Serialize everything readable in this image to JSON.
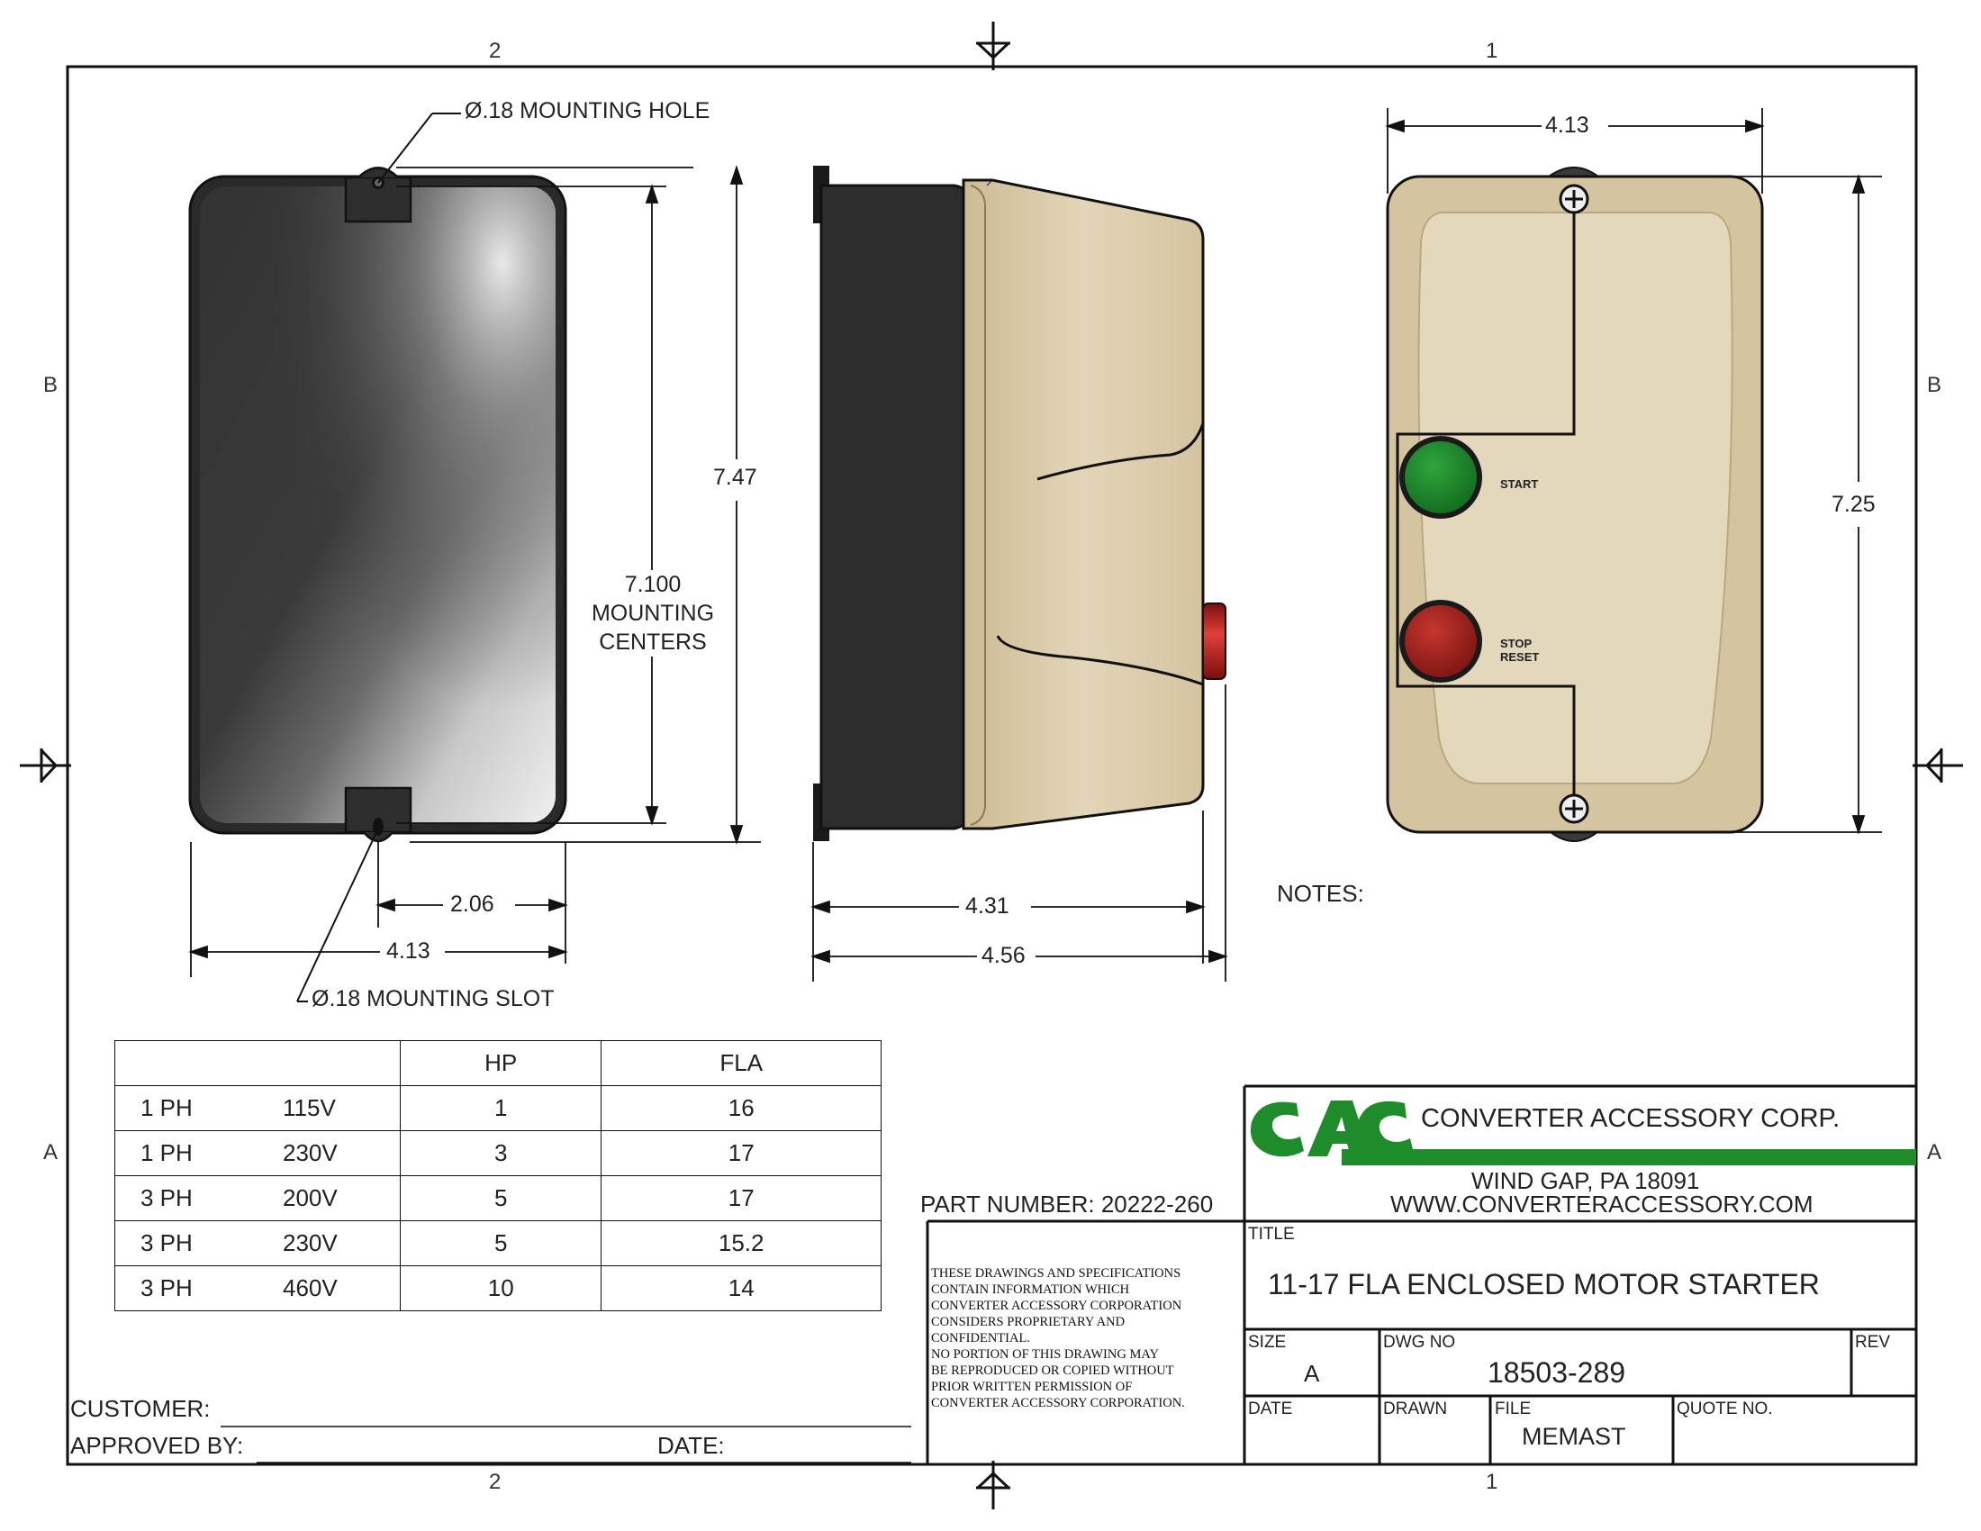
{
  "zones": {
    "top": [
      "2",
      "1"
    ],
    "bottom": [
      "2",
      "1"
    ],
    "left": [
      "B",
      "A"
    ],
    "right": [
      "B",
      "A"
    ]
  },
  "front_view": {
    "mounting_hole": "Ø.18 MOUNTING HOLE",
    "mounting_slot": "Ø.18 MOUNTING SLOT",
    "mounting_centers": [
      "7.100",
      "MOUNTING",
      "CENTERS"
    ],
    "height": "7.47",
    "half_width": "2.06",
    "width": "4.13"
  },
  "side_view": {
    "depth_body": "4.31",
    "depth_overall": "4.56"
  },
  "cover_view": {
    "width": "4.13",
    "height": "7.25",
    "start_label": "START",
    "stop_label": [
      "STOP",
      "RESET"
    ],
    "start_color": "#1f8a2e",
    "stop_color": "#a8201c",
    "body_color": "#d9c9a6"
  },
  "notes_label": "NOTES:",
  "spec_table": {
    "headers": [
      "",
      "HP",
      "FLA"
    ],
    "rows": [
      {
        "phase": "1 PH",
        "voltage": "115V",
        "hp": "1",
        "fla": "16"
      },
      {
        "phase": "1 PH",
        "voltage": "230V",
        "hp": "3",
        "fla": "17"
      },
      {
        "phase": "3 PH",
        "voltage": "200V",
        "hp": "5",
        "fla": "17"
      },
      {
        "phase": "3 PH",
        "voltage": "230V",
        "hp": "5",
        "fla": "15.2"
      },
      {
        "phase": "3 PH",
        "voltage": "460V",
        "hp": "10",
        "fla": "14"
      }
    ]
  },
  "part_number": "PART NUMBER: 20222-260",
  "customer_label": "CUSTOMER:",
  "approved_label": "APPROVED BY:",
  "date_label": "DATE:",
  "legal": [
    "THESE DRAWINGS AND SPECIFICATIONS",
    "CONTAIN INFORMATION WHICH",
    "CONVERTER ACCESSORY CORPORATION",
    "CONSIDERS PROPRIETARY AND",
    "CONFIDENTIAL.",
    "NO PORTION OF THIS DRAWING MAY",
    "BE REPRODUCED OR COPIED WITHOUT",
    "PRIOR WRITTEN PERMISSION OF",
    "CONVERTER ACCESSORY CORPORATION."
  ],
  "title_block": {
    "logo_text": "CAC",
    "logo_color": "#1e8c2a",
    "company": "CONVERTER ACCESSORY CORP.",
    "address": "WIND GAP, PA 18091",
    "website": "WWW.CONVERTERACCESSORY.COM",
    "title_label": "TITLE",
    "title": "11-17 FLA ENCLOSED MOTOR STARTER",
    "size_label": "SIZE",
    "size": "A",
    "dwg_label": "DWG NO",
    "dwg_no": "18503-289",
    "rev_label": "REV",
    "date_label": "DATE",
    "drawn_label": "DRAWN",
    "file_label": "FILE",
    "file": "MEMAST",
    "quote_label": "QUOTE NO."
  }
}
